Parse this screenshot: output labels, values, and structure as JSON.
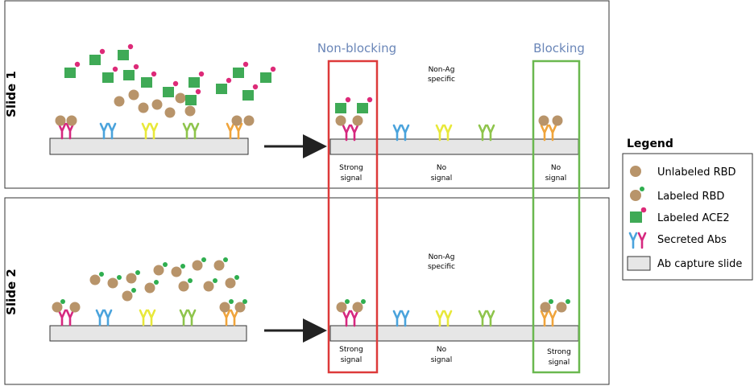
{
  "slides": {
    "slide1_label": "Slide 1",
    "slide2_label": "Slide 2"
  },
  "columns": {
    "nonblocking_title": "Non-blocking",
    "blocking_title": "Blocking",
    "non_ag_line1": "Non-Ag",
    "non_ag_line2": "specific"
  },
  "signals": {
    "strong_line1": "Strong",
    "strong_line2": "signal",
    "no_line1": "No",
    "no_line2": "signal"
  },
  "legend": {
    "title": "Legend",
    "unlabeled_rbd": "Unlabeled RBD",
    "labeled_rbd": "Labeled RBD",
    "labeled_ace2": "Labeled ACE2",
    "secreted_abs": "Secreted Abs",
    "capture_slide": "Ab capture slide"
  },
  "colors": {
    "magenta": "#d6287f",
    "blue": "#4aa3dc",
    "yellow": "#e8e83a",
    "olive": "#8ec44b",
    "orange": "#f0a43b",
    "rbd": "#b8946a",
    "ace2": "#3faa56",
    "label_pink": "#dd2a78",
    "label_green": "#2fae4f",
    "slide_fill": "#e6e6e6",
    "nonblocking_box": "#dd3a3a",
    "blocking_box": "#6ab84f",
    "heading_blue": "#6a86b8"
  }
}
